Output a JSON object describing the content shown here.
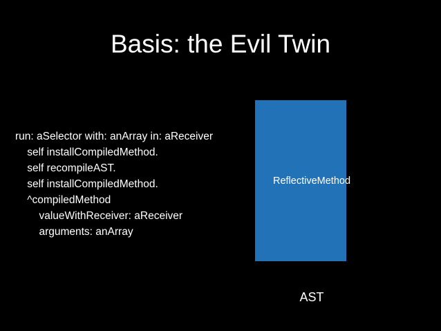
{
  "slide": {
    "title": "Basis: the Evil Twin",
    "code": "run: aSelector with: anArray in: aReceiver\n    self installCompiledMethod.\n    self recompileAST.\n    self installCompiledMethod.\n    ^compiledMethod\n        valueWithReceiver: aReceiver\n        arguments: anArray",
    "diagram": {
      "box_label": "ReflectiveMethod",
      "caption": "AST",
      "box_color": "#2272b8"
    },
    "background_color": "#000000",
    "text_color": "#ffffff"
  }
}
